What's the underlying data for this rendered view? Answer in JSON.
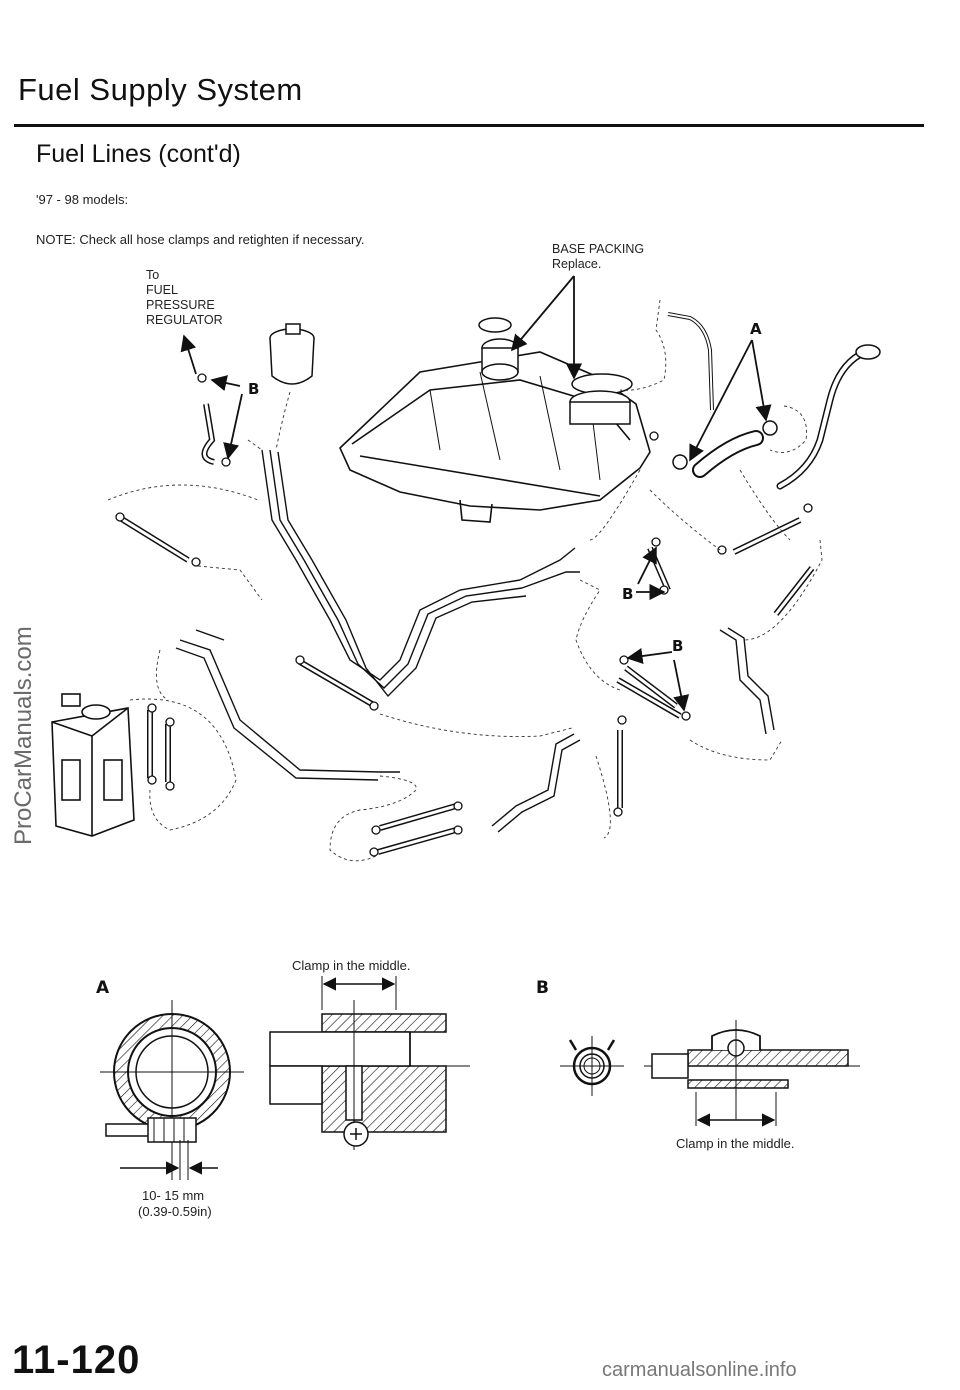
{
  "page": {
    "section_title": "Fuel Supply System",
    "subtitle": "Fuel Lines (cont'd)",
    "models": "'97 - 98 models:",
    "note": "NOTE:  Check all hose clamps and retighten if necessary.",
    "page_number": "11-120"
  },
  "callouts": {
    "regulator": [
      "To",
      "FUEL",
      "PRESSURE",
      "REGULATOR"
    ],
    "base_packing": "BASE PACKING",
    "base_packing_action": "Replace.",
    "clamp_label": "A",
    "clamp_label_b": "B"
  },
  "detail_a": {
    "letter": "A",
    "caption": "Clamp in the middle.",
    "dim_mm": "10- 15 mm",
    "dim_in": "(0.39-0.59in)"
  },
  "detail_b": {
    "letter": "B",
    "caption": "Clamp in the middle."
  },
  "watermarks": {
    "side": "ProCarManuals.com",
    "bottom": "carmanualsonline.info"
  }
}
